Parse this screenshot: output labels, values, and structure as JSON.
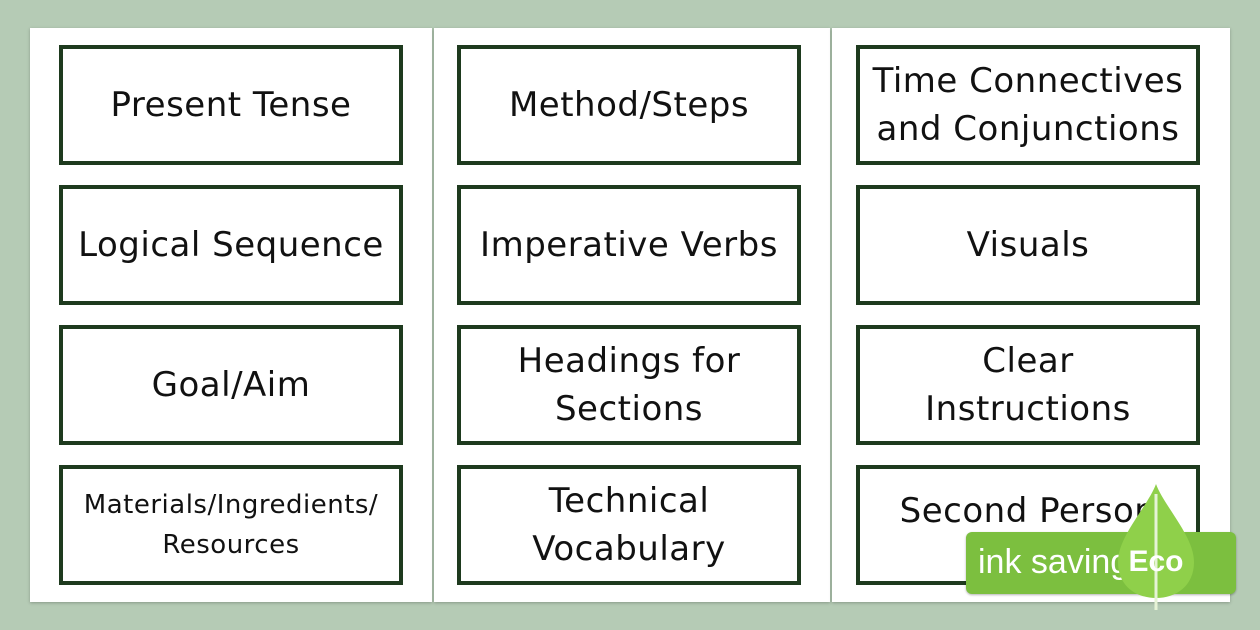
{
  "cards": {
    "present_tense": [
      "Present Tense"
    ],
    "method_steps": [
      "Method/Steps"
    ],
    "time_connectives": [
      "Time Connectives",
      "and Conjunctions"
    ],
    "logical_sequence": [
      "Logical Sequence"
    ],
    "imperative_verbs": [
      "Imperative Verbs"
    ],
    "visuals": [
      "Visuals"
    ],
    "goal_aim": [
      "Goal/Aim"
    ],
    "headings_for_sections": [
      "Headings for",
      "Sections"
    ],
    "clear_instructions": [
      "Clear",
      "Instructions"
    ],
    "materials": [
      "Materials/Ingredients/",
      "Resources"
    ],
    "technical_vocabulary": [
      "Technical",
      "Vocabulary"
    ],
    "second_person": [
      "Second Person"
    ]
  },
  "badge": {
    "text": "ink saving",
    "label": "Eco",
    "icon": "leaf-icon",
    "color": "#7cbf3f"
  },
  "colors": {
    "background": "#b5cbb5",
    "card_border": "#1e3a1e"
  }
}
